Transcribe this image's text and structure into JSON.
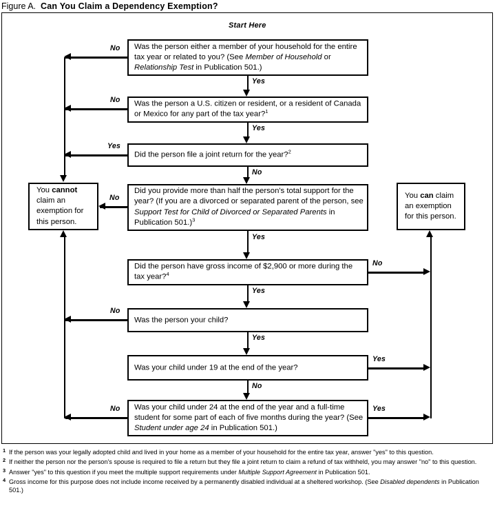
{
  "figure": {
    "label": "Figure A.",
    "title": "Can You Claim a Dependency Exemption?",
    "start_here": "Start Here"
  },
  "branch_labels": {
    "yes": "Yes",
    "no": "No"
  },
  "nodes": {
    "q1": {
      "id": "member-or-relationship-test",
      "text_pre": "Was the person either a member of your household for the entire tax year or related to you? (See ",
      "italic_1": "Member of Household",
      "text_mid": " or ",
      "italic_2": "Relationship Test",
      "text_post": " in Publication 501.)"
    },
    "q2": {
      "id": "citizen-or-resident-test",
      "text": "Was the person a U.S. citizen or resident, or a resident of Canada or Mexico for any part of the tax year?",
      "footnote_ref": "1"
    },
    "q3": {
      "id": "joint-return-test",
      "text": "Did the person file a joint return for the year?",
      "footnote_ref": "2"
    },
    "q4": {
      "id": "support-test",
      "text_pre": "Did you provide more than half the person's total support for the year? (If you are a divorced or separated parent of the person, see ",
      "italic_1": "Support Test for Child of Divorced or Separated Parents",
      "text_post": " in Publication 501.)",
      "footnote_ref": "3"
    },
    "q5": {
      "id": "gross-income-test",
      "text": "Did the person have gross income of $2,900 or more during the tax year?",
      "footnote_ref": "4"
    },
    "q6": {
      "id": "was-person-your-child",
      "text": "Was the person your child?"
    },
    "q7": {
      "id": "child-under-19",
      "text": "Was your child under 19 at the end of the year?"
    },
    "q8": {
      "id": "child-under-24-student",
      "text_pre": "Was your child under 24 at the end of the year and a full-time student for some part of each of five months during the year? (See ",
      "italic_1": "Student under age 24",
      "text_post": " in Publication 501.)"
    },
    "cannot": {
      "id": "cannot-claim",
      "line1_pre": "You ",
      "line1_bold": "cannot",
      "line_rest": " claim an exemption for this person."
    },
    "can": {
      "id": "can-claim",
      "line1_pre": "You ",
      "line1_bold": "can",
      "line_rest": " claim an exemption for this person."
    }
  },
  "footnotes": [
    {
      "marker": "1",
      "text": "If the person was your legally adopted child and lived in your home as a member of your household for the entire tax year, answer \"yes\" to this question."
    },
    {
      "marker": "2",
      "text": "If neither the person nor the person's spouse is required to file a return but they file a joint return to claim a refund of tax withheld, you may answer \"no\" to this question."
    },
    {
      "marker": "3",
      "text_pre": "Answer \"yes\" to this question if you meet the multiple support requirements under ",
      "italic_1": "Multiple Support Agreement",
      "text_post": " in Publication 501."
    },
    {
      "marker": "4",
      "text_pre": "Gross income for this purpose does not include income received by a permanently disabled individual at a sheltered workshop. (See ",
      "italic_1": "Disabled dependents",
      "text_post": " in Publication 501.)"
    }
  ],
  "colors": {
    "ink": "#000000",
    "paper": "#ffffff"
  }
}
